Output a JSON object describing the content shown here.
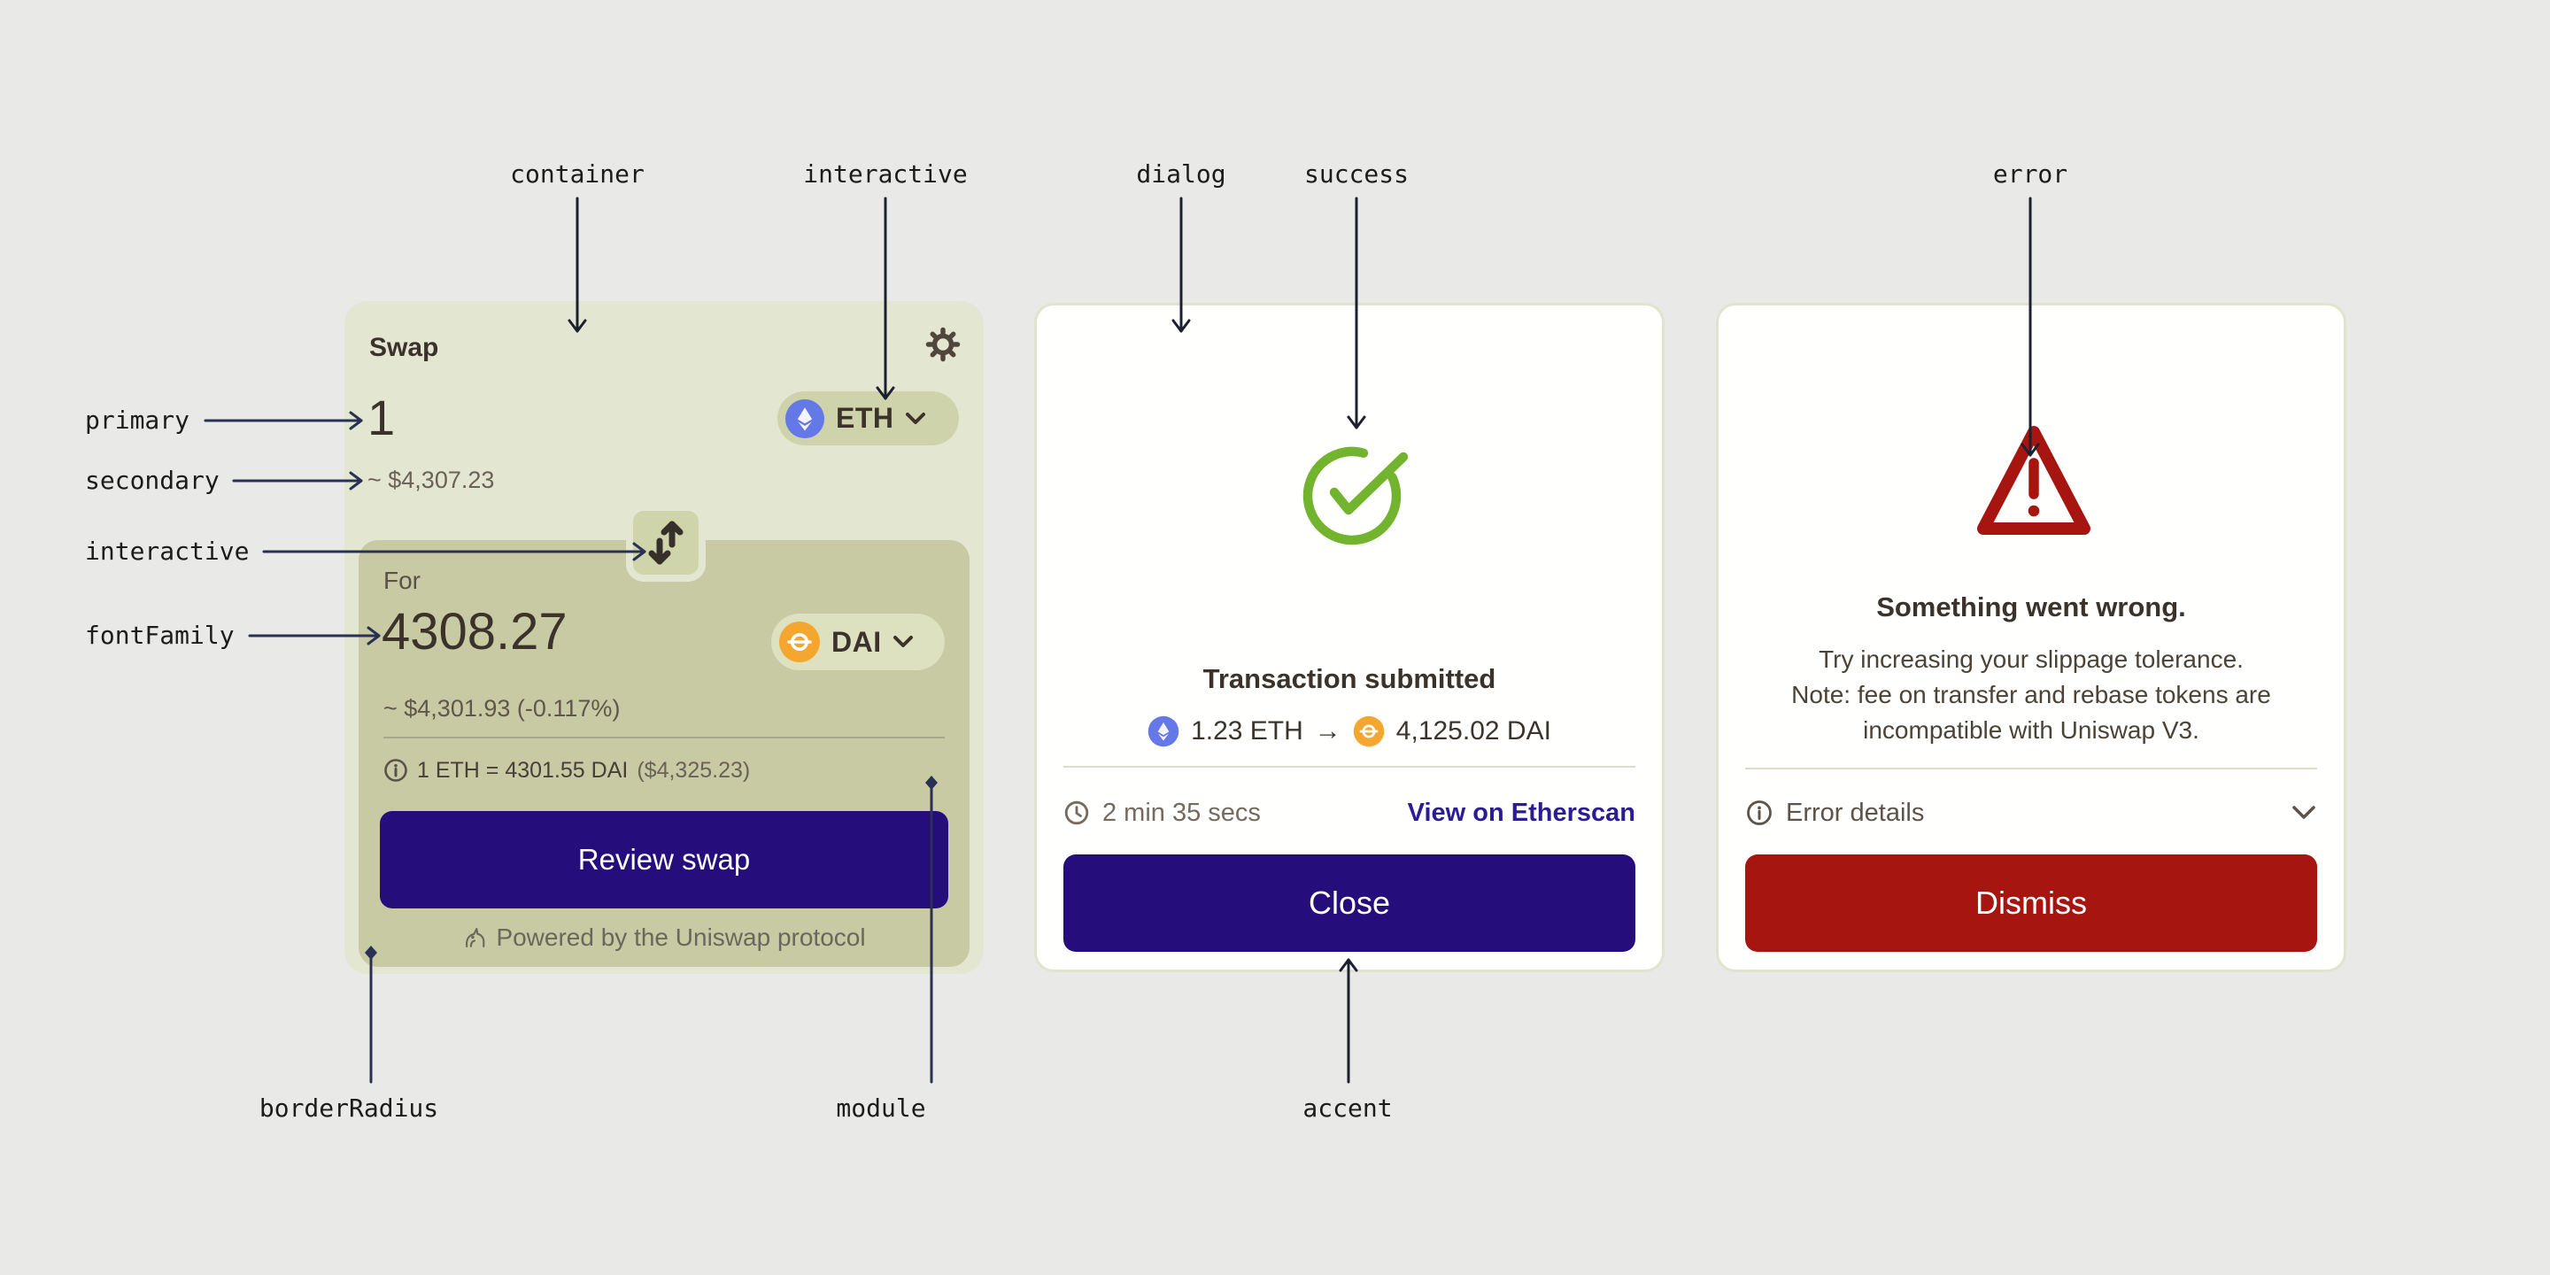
{
  "labels": {
    "container": "container",
    "interactive_top": "interactive",
    "dialog": "dialog",
    "success": "success",
    "error": "error",
    "primary": "primary",
    "secondary": "secondary",
    "interactive_left": "interactive",
    "fontFamily": "fontFamily",
    "borderRadius": "borderRadius",
    "module": "module",
    "accent": "accent"
  },
  "swap": {
    "title": "Swap",
    "sell": {
      "amount": "1",
      "fiat": "~ $4,307.23",
      "token": "ETH"
    },
    "buy": {
      "label": "For",
      "amount": "4308.27",
      "fiat": "~ $4,301.93 (-0.117%)",
      "token": "DAI"
    },
    "rate": "1 ETH = 4301.55 DAI",
    "rate_usd": "($4,325.23)",
    "review": "Review swap",
    "powered": "Powered by the Uniswap protocol"
  },
  "success_dialog": {
    "title": "Transaction submitted",
    "sent": "1.23 ETH",
    "arrow": "→",
    "received": "4,125.02 DAI",
    "duration": "2 min 35 secs",
    "link": "View on Etherscan",
    "close": "Close"
  },
  "error_dialog": {
    "title": "Something went wrong.",
    "body_line1": "Try increasing your slippage tolerance.",
    "body_line2": "Note: fee on transfer and rebase tokens are",
    "body_line3": "incompatible with Uniswap V3.",
    "details": "Error details",
    "dismiss": "Dismiss"
  },
  "colors": {
    "page_bg": "#e9e9e7",
    "container": "#e3e7d2",
    "module": "#c7caa3",
    "interactive_pill": "#ced3ab",
    "accent": "#250d7c",
    "success": "#72b42d",
    "error": "#a61510",
    "dialog_bg": "#fffffd",
    "primary_text": "#3b332b",
    "secondary_text": "#6b6157",
    "link": "#2c1b94",
    "eth_icon": "#6478e8",
    "dai_icon": "#f4a62f"
  }
}
